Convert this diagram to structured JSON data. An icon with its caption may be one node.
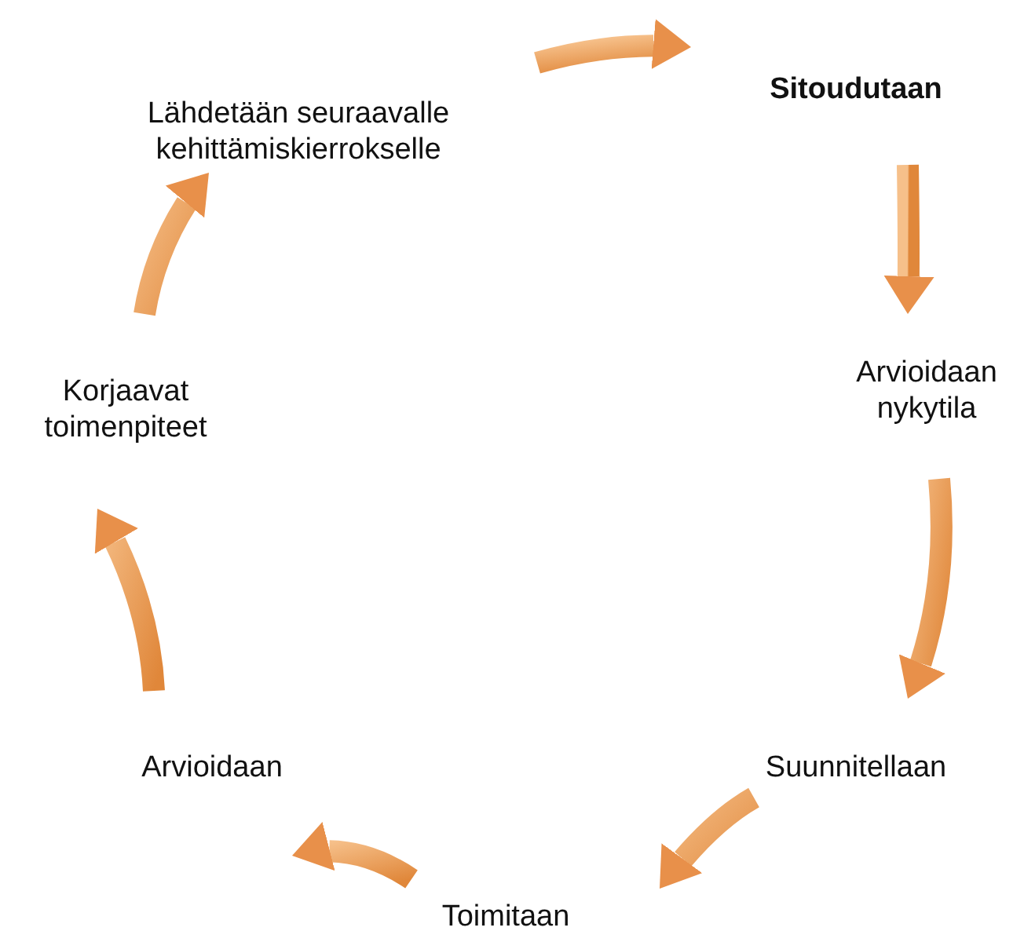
{
  "diagram": {
    "nodes": [
      {
        "text": [
          "Sitoudutaan"
        ]
      },
      {
        "text": [
          "Arvioidaan nykytila"
        ]
      },
      {
        "text": [
          "Suunnitellaan"
        ]
      },
      {
        "text": [
          "Toimitaan"
        ]
      },
      {
        "text": [
          "Arvioidaan"
        ]
      },
      {
        "text": [
          "Korjaavat toimenpiteet"
        ]
      },
      {
        "text": [
          "Lähdetään seuraavalle kehittämiskierrokselle"
        ]
      }
    ],
    "edges": [
      {
        "from": 6,
        "to": 0,
        "arrow": "to"
      },
      {
        "from": 0,
        "to": 1,
        "arrow": "to"
      },
      {
        "from": 1,
        "to": 2,
        "arrow": "to"
      },
      {
        "from": 2,
        "to": 3,
        "arrow": "to"
      },
      {
        "from": 3,
        "to": 4,
        "arrow": "to"
      },
      {
        "from": 4,
        "to": 5,
        "arrow": "to"
      },
      {
        "from": 5,
        "to": 6,
        "arrow": "to"
      }
    ]
  }
}
